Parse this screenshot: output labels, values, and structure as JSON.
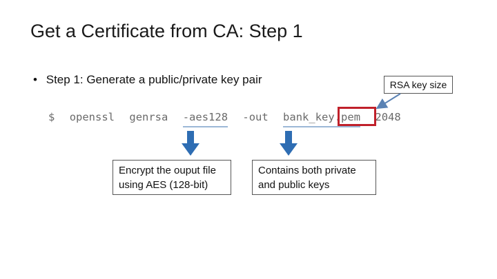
{
  "slide": {
    "title": "Get a Certificate from CA: Step 1",
    "bullet": "Step 1: Generate a public/private key pair",
    "callout": "RSA key size",
    "command": {
      "prompt": "$",
      "cmd1": "openssl",
      "cmd2": "genrsa",
      "opt": "-aes128",
      "out": "-out",
      "file": "bank_key.pem",
      "size": "2048"
    },
    "notes": {
      "left": "Encrypt the ouput file using AES (128-bit)",
      "right": "Contains both private and public keys"
    }
  },
  "colors": {
    "arrow": "#2e6db3",
    "highlight": "#c0202a",
    "underline": "#9bb7d6"
  }
}
